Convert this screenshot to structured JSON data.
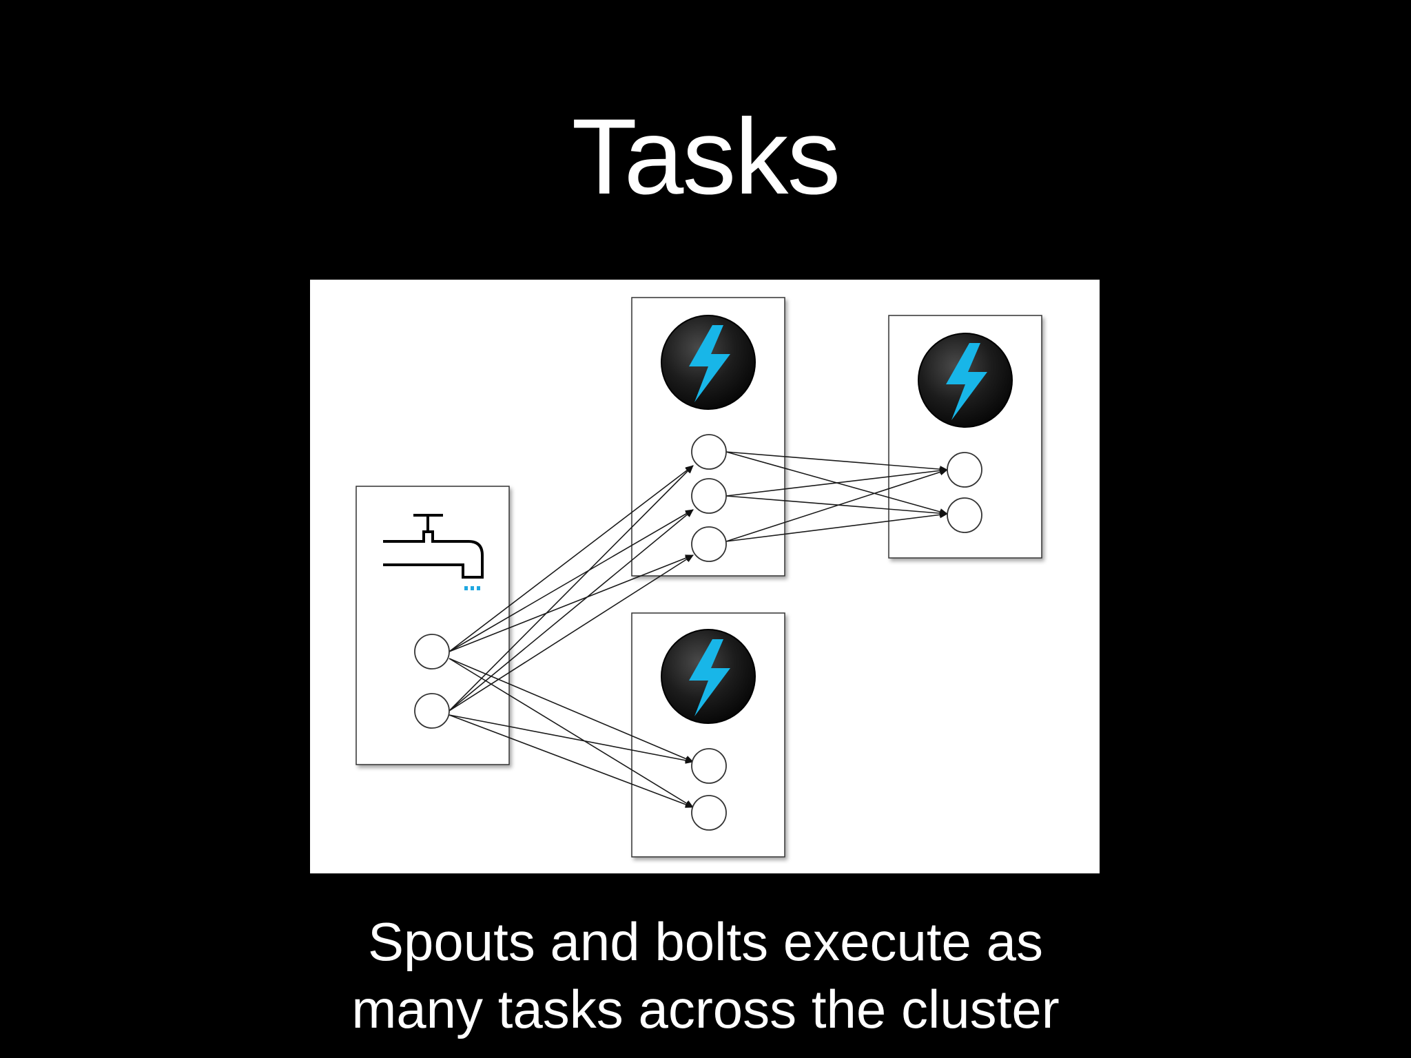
{
  "slide": {
    "title": "Tasks",
    "caption_lines": [
      "Spouts and bolts execute as",
      "many tasks across the cluster"
    ]
  },
  "diagram": {
    "components": [
      {
        "kind": "spout",
        "icon": "faucet-icon",
        "task_count": 2
      },
      {
        "kind": "bolt",
        "icon": "lightning-bolt-icon",
        "task_count": 3
      },
      {
        "kind": "bolt",
        "icon": "lightning-bolt-icon",
        "task_count": 2
      },
      {
        "kind": "bolt",
        "icon": "lightning-bolt-icon",
        "task_count": 2
      }
    ],
    "connections": "each task of a source component sends to every task of its target component",
    "edges": [
      {
        "from": "spout",
        "to": "bolt-top"
      },
      {
        "from": "spout",
        "to": "bolt-bottom"
      },
      {
        "from": "bolt-top",
        "to": "bolt-right"
      }
    ]
  },
  "colors": {
    "background": "#000000",
    "text": "#ffffff",
    "panel": "#ffffff",
    "line": "#222222",
    "bolt_badge": "#1b1b1b",
    "bolt_accent": "#18b6e8"
  }
}
